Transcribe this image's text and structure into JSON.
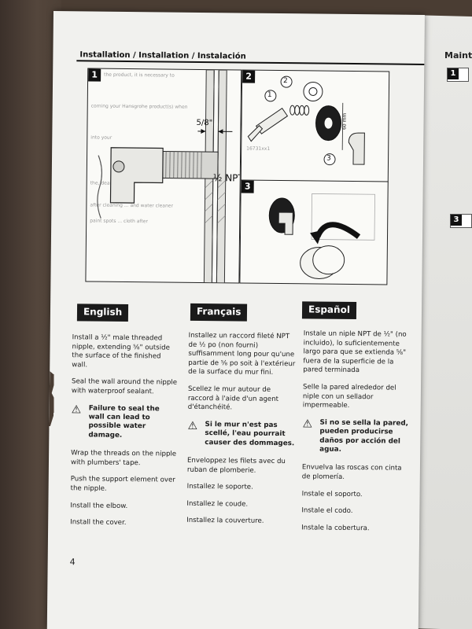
{
  "page": {
    "title": "Installation / Installation / Instalación",
    "page_number": "4",
    "next_page_title": "Mainte"
  },
  "figures": {
    "fig1": {
      "step": "1",
      "dimension": "5/8\"",
      "thread_label": "½ NPT",
      "faint_lines": [
        "the product, it is necessary to",
        "coming your Hansgrohe product(s) when",
        "into your",
        "the, dear",
        "after cleaning ... and water cleaner",
        "paint spots ... cloth after"
      ]
    },
    "fig2": {
      "step": "2",
      "callouts": [
        "1",
        "2",
        "3"
      ],
      "dimension": "60 mm",
      "part_number": "16731xx1"
    },
    "fig3": {
      "step": "3"
    }
  },
  "columns": {
    "english": {
      "heading": "English",
      "p1": "Install a ½\" male threaded nipple, extending ⅝\" outside the surface of the finished wall.",
      "p2": "Seal the wall around the nipple with waterproof sealant.",
      "warning": "Failure to seal the wall can lead to possible water damage.",
      "p3": "Wrap the threads on the nipple with plumbers' tape.",
      "p4": "Push the support element over the nipple.",
      "p5": "Install the elbow.",
      "p6": "Install the cover."
    },
    "francais": {
      "heading": "Français",
      "p1": "Installez un raccord fileté NPT de ½ po (non fourni) suffisamment long pour qu'une partie de ⅝ po soit à l'extérieur de la surface du mur fini.",
      "p2": "Scellez le mur autour de raccord à l'aide d'un agent d'étanchéité.",
      "warning": "Si le mur n'est pas scellé, l'eau pourrait causer des dommages.",
      "p3": "Enveloppez les filets avec du ruban de plomberie.",
      "p4": "Installez le soporte.",
      "p5": "Installez le coude.",
      "p6": "Installez la couverture."
    },
    "espanol": {
      "heading": "Español",
      "p1": "Instale un niple NPT de ½\" (no incluido), lo suficientemente largo para que se extienda ⅝\" fuera de la superficie de la pared terminada",
      "p2": "Selle la pared alrededor del niple con un sellador impermeable.",
      "warning": "Si no se sella la pared, pueden producirse daños por acción del agua.",
      "p3": "Envuelva las roscas con cinta de plomería.",
      "p4": "Instale el soporto.",
      "p5": "Instale el codo.",
      "p6": "Instale la cobertura."
    }
  },
  "icons": {
    "warning": "warning-triangle-icon"
  },
  "colors": {
    "paper": "#f1f1ee",
    "ink": "#1a1a1a",
    "table": "#4a3d33"
  }
}
